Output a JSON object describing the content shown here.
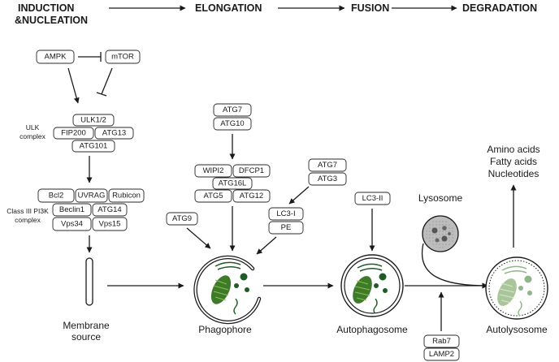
{
  "stages": [
    "INDUCTION",
    "&NUCLEATION",
    "ELONGATION",
    "FUSION",
    "DEGRADATION"
  ],
  "induction": {
    "ampk": "AMPK",
    "mtor": "mTOR",
    "ulk_complex_label": [
      "ULK",
      "complex"
    ],
    "ulk": [
      "ULK1/2",
      "FIP200",
      "ATG13",
      "ATG101"
    ],
    "pi3k_label": [
      "Class III PI3K",
      "complex"
    ],
    "pi3k": [
      "Bcl2",
      "UVRAG",
      "Rubicon",
      "Beclin1",
      "ATG14",
      "Vps34",
      "Vps15"
    ],
    "membrane_source": [
      "Membrane",
      "source"
    ]
  },
  "elongation": {
    "atg7_top": "ATG7",
    "atg10": "ATG10",
    "wipi_group": [
      "WIPI2",
      "DFCP1",
      "ATG16L",
      "ATG5",
      "ATG12"
    ],
    "atg7_right": "ATG7",
    "atg3": "ATG3",
    "lc3_i": "LC3-I",
    "pe": "PE",
    "atg9": "ATG9",
    "phagophore": "Phagophore"
  },
  "fusion": {
    "lc3_ii": "LC3-II",
    "autophagosome": "Autophagosome",
    "lysosome": "Lysosome",
    "rab7": "Rab7",
    "lamp2": "LAMP2"
  },
  "degradation": {
    "products": [
      "Amino acids",
      "Fatty acids",
      "Nucleotides"
    ],
    "autolysosome": "Autolysosome"
  },
  "colors": {
    "mito_dark": "#3d7a2a",
    "mito_light": "#8cc04a",
    "organelle": "#1f5b24",
    "lysosome_fill": "#bdbdbd",
    "autolysosome_fill": "#a9c59a"
  }
}
